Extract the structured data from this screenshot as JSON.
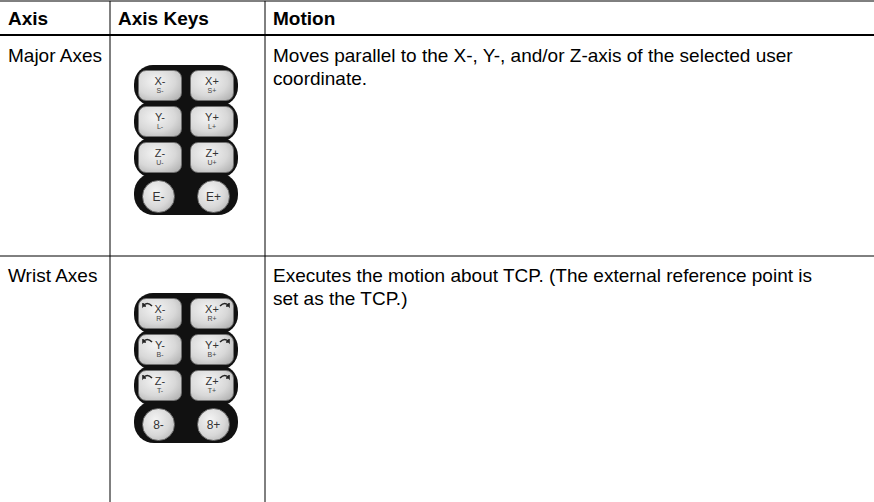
{
  "diagram": {
    "nodes": [
      {
        "text": [
          "X-",
          "S-"
        ]
      },
      {
        "text": [
          "X+",
          "S+"
        ]
      },
      {
        "text": [
          "Y-",
          "L-"
        ]
      },
      {
        "text": [
          "Y+",
          "L+"
        ]
      },
      {
        "text": [
          "Z-",
          "U-"
        ]
      },
      {
        "text": [
          "Z+",
          "U+"
        ]
      },
      {
        "text": [
          "E-"
        ]
      },
      {
        "text": [
          "E+"
        ]
      },
      {
        "text": [
          "X-",
          "R-"
        ]
      },
      {
        "text": [
          "X+",
          "R+"
        ]
      },
      {
        "text": [
          "Y-",
          "B-"
        ]
      },
      {
        "text": [
          "Y+",
          "B+"
        ]
      },
      {
        "text": [
          "Z-",
          "T-"
        ]
      },
      {
        "text": [
          "Z+",
          "T+"
        ]
      },
      {
        "text": [
          "8-"
        ]
      },
      {
        "text": [
          "8+"
        ]
      }
    ],
    "labels": [
      "Axis",
      "Axis Keys",
      "Motion",
      "Major Axes",
      "Moves parallel to the X-, Y-, and/or Z-axis of the selected user coordinate.",
      "Wrist Axes",
      "Executes the motion about TCP. (The external reference point is set as the TCP.)"
    ]
  }
}
